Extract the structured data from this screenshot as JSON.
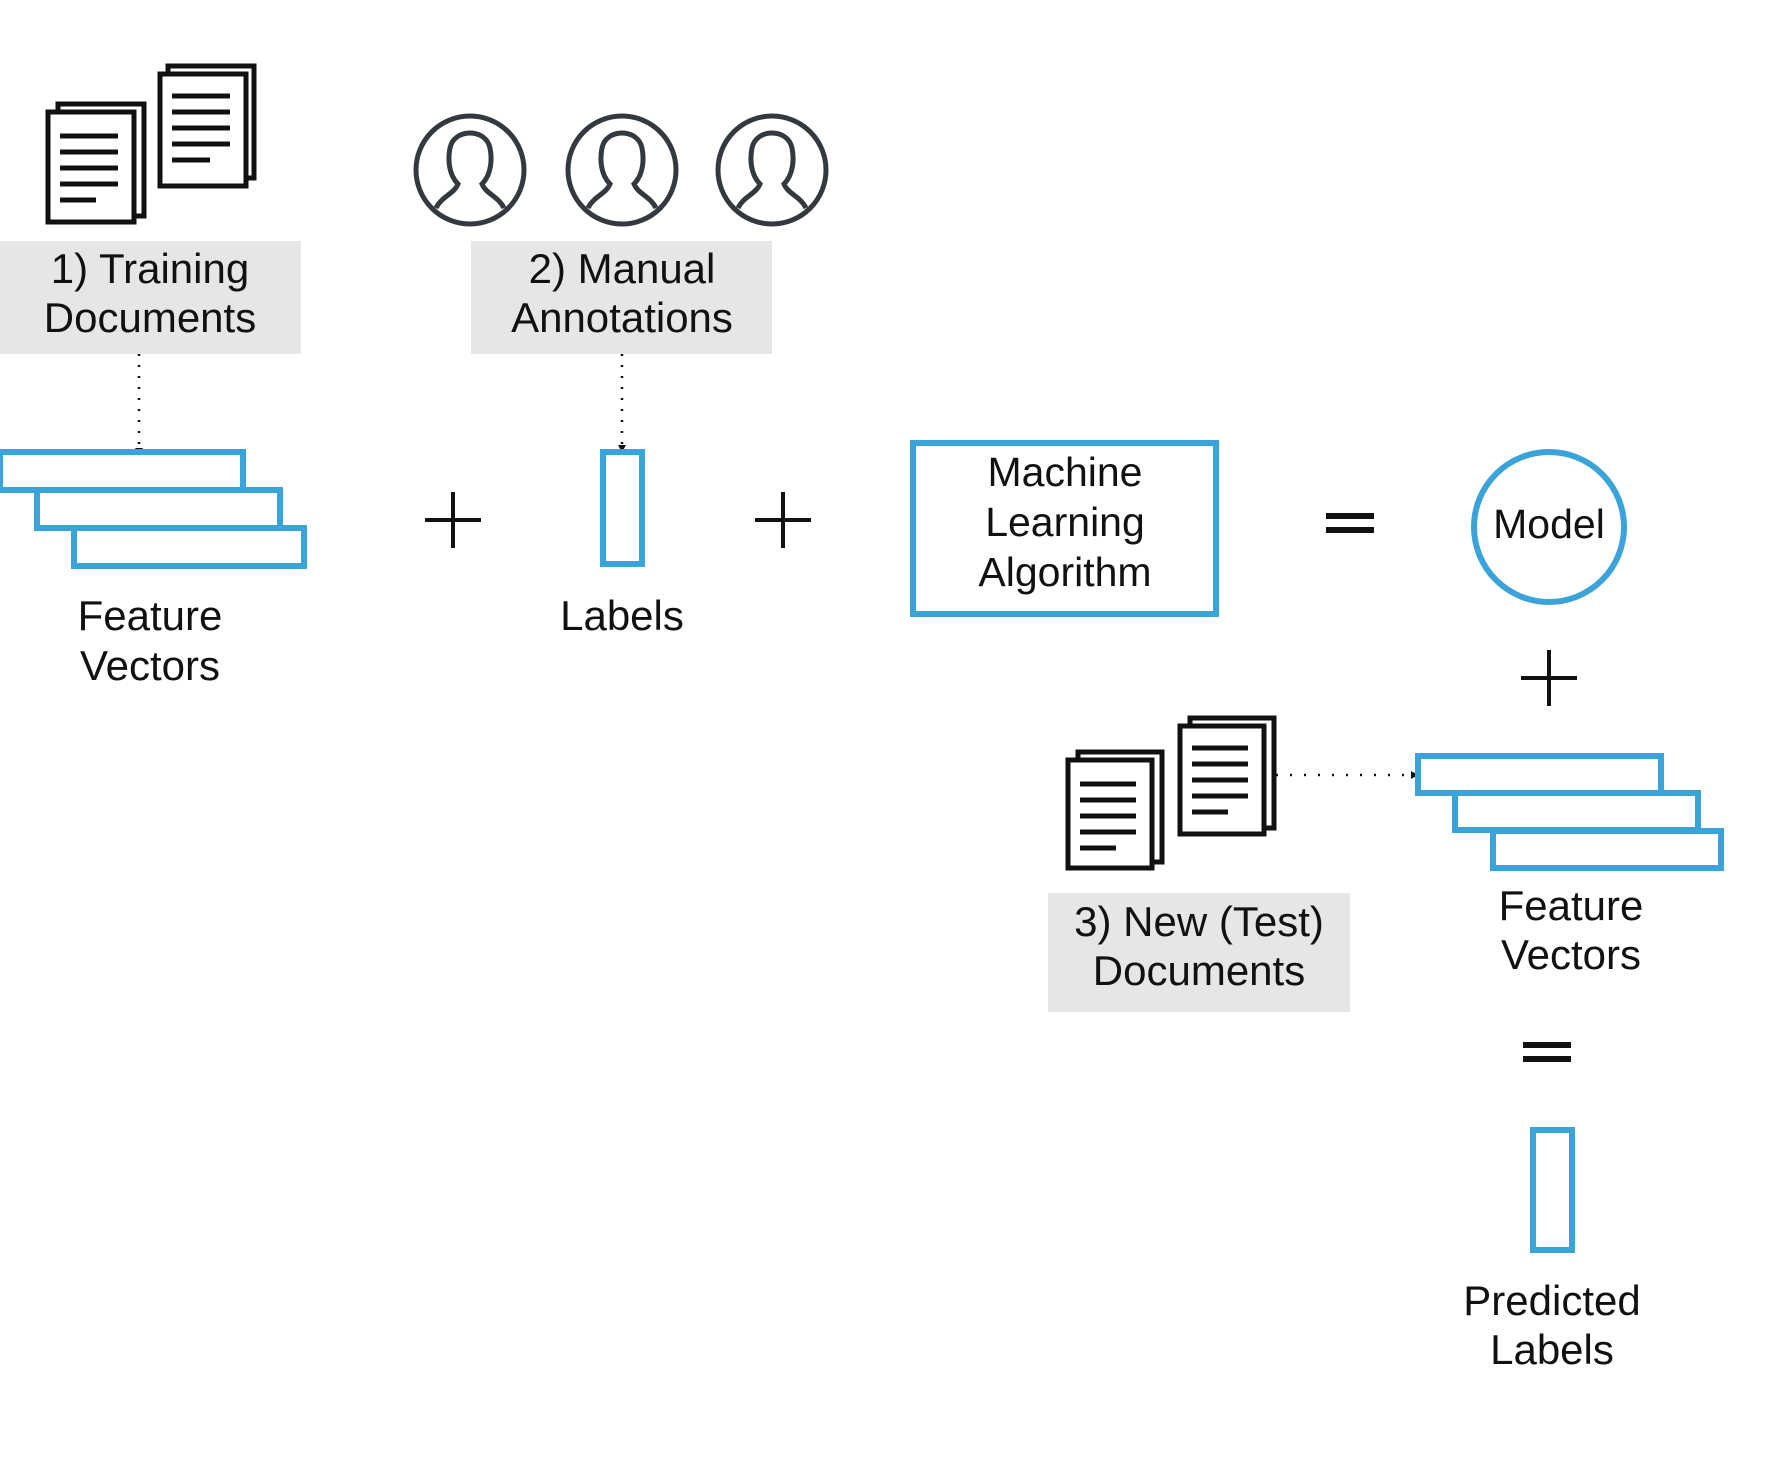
{
  "colors": {
    "accent": "#3aa3d9",
    "stroke": "#111111",
    "caption_bg": "#e6e6e6",
    "avatar_stroke": "#33393f"
  },
  "training": {
    "line1": "1) Training",
    "line2": "Documents",
    "icon": "document-stack-icon"
  },
  "annotations": {
    "line1": "2) Manual",
    "line2": "Annotations",
    "icon": "user-avatar-icon"
  },
  "feature_vectors_top": {
    "line1": "Feature",
    "line2": "Vectors"
  },
  "labels": {
    "label": "Labels"
  },
  "algorithm": {
    "line1": "Machine",
    "line2": "Learning",
    "line3": "Algorithm"
  },
  "model": {
    "label": "Model"
  },
  "test_docs": {
    "line1": "3) New (Test)",
    "line2": "Documents",
    "icon": "document-stack-icon"
  },
  "feature_vectors_bottom": {
    "line1": "Feature",
    "line2": "Vectors"
  },
  "predicted": {
    "line1": "Predicted",
    "line2": "Labels"
  }
}
